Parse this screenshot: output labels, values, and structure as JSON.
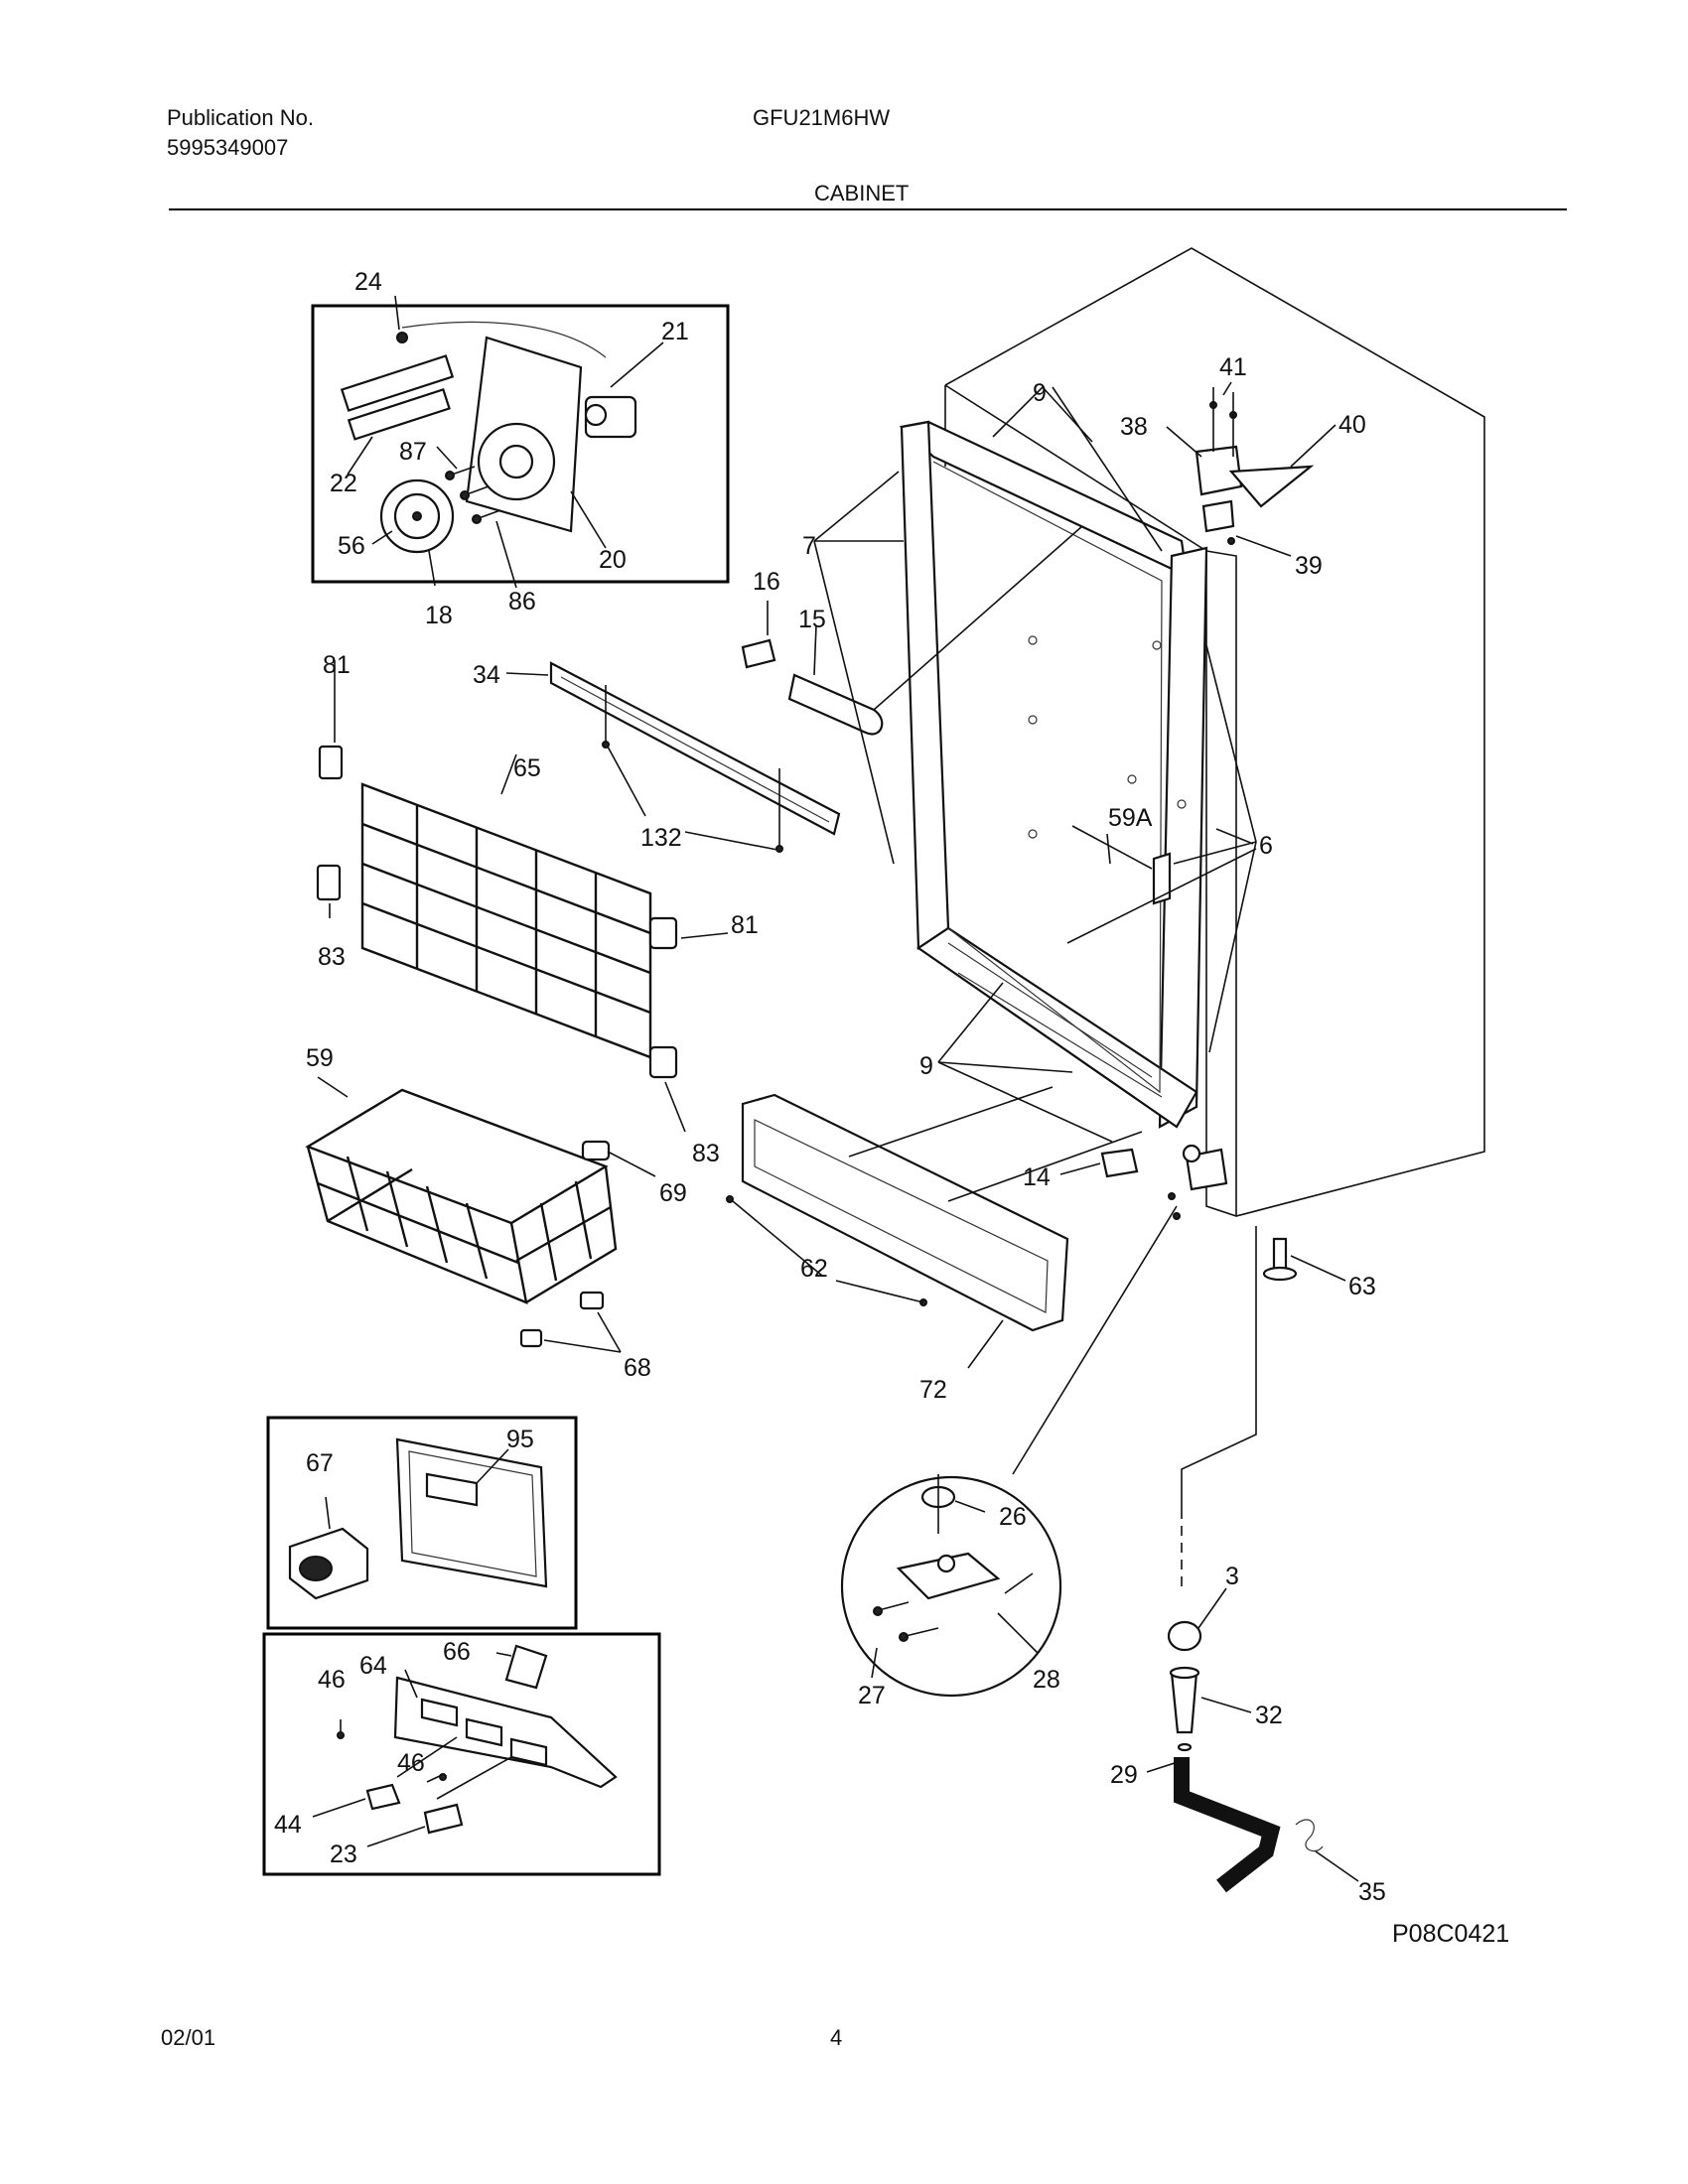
{
  "header": {
    "publication_label": "Publication No.",
    "publication_number": "5995349007",
    "model": "GFU21M6HW",
    "section": "CABINET"
  },
  "footer": {
    "date": "02/01",
    "page": "4"
  },
  "figure_code": "P08C0421",
  "callouts": {
    "c24": "24",
    "c21": "21",
    "c87": "87",
    "c22": "22",
    "c56": "56",
    "c20": "20",
    "c18": "18",
    "c86": "86",
    "c81a": "81",
    "c34": "34",
    "c65": "65",
    "c132": "132",
    "c83a": "83",
    "c81b": "81",
    "c59": "59",
    "c83b": "83",
    "c69": "69",
    "c68": "68",
    "c16": "16",
    "c15": "15",
    "c7": "7",
    "c9a": "9",
    "c41": "41",
    "c38": "38",
    "c40": "40",
    "c39": "39",
    "c59a": "59A",
    "c6": "6",
    "c9b": "9",
    "c14": "14",
    "c62": "62",
    "c72": "72",
    "c63": "63",
    "c67": "67",
    "c95": "95",
    "c46a": "46",
    "c64": "64",
    "c66": "66",
    "c46b": "46",
    "c44": "44",
    "c23": "23",
    "c26": "26",
    "c27": "27",
    "c28": "28",
    "c3": "3",
    "c32": "32",
    "c29": "29",
    "c35": "35"
  }
}
